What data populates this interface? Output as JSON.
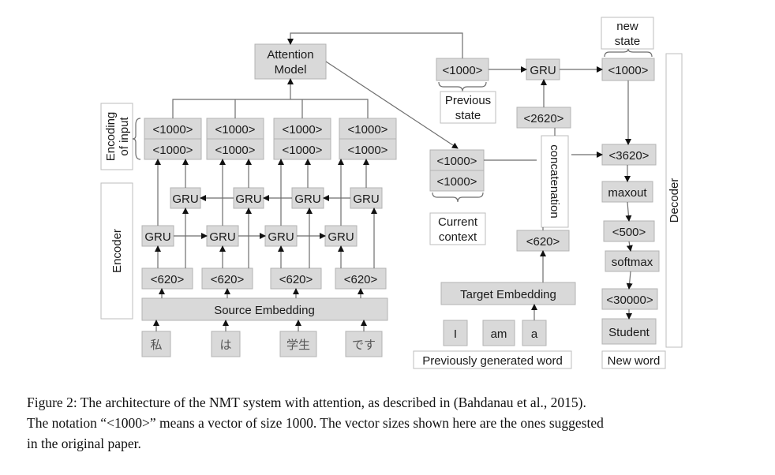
{
  "diagram": {
    "encoding_label": "Encoding of input",
    "encoder_label": "Encoder",
    "decoder_label": "Decoder",
    "attention_model": [
      "Attention",
      "Model"
    ],
    "vec_1000": "<1000>",
    "vec_620": "<620>",
    "vec_2620": "<2620>",
    "vec_3620": "<3620>",
    "vec_500": "<500>",
    "vec_30000": "<30000>",
    "gru": "GRU",
    "maxout": "maxout",
    "softmax": "softmax",
    "source_embedding": "Source Embedding",
    "target_embedding": "Target Embedding",
    "source_tokens": [
      "私",
      "は",
      "学生",
      "です"
    ],
    "target_tokens": [
      "I",
      "am",
      "a"
    ],
    "previous_state": [
      "Previous",
      "state"
    ],
    "new_state": [
      "new",
      "state"
    ],
    "current_context": [
      "Current",
      "context"
    ],
    "concatenation": "concatenation",
    "prev_generated_word": "Previously generated word",
    "new_word_label": "New word",
    "output_word": "Student"
  },
  "caption": {
    "line1": "Figure 2:  The architecture of the NMT system with attention, as described in (Bahdanau et al., 2015).",
    "line2": "The notation “<1000>” means a vector of size 1000. The vector sizes shown here are the ones suggested",
    "line3": "in the original paper."
  }
}
